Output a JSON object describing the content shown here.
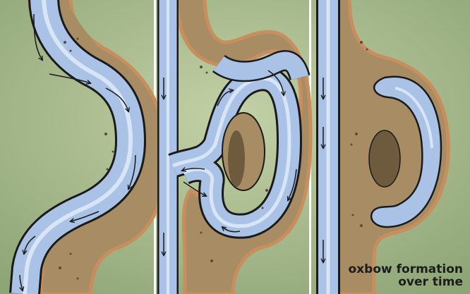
{
  "caption": {
    "line1": "oxbow formation",
    "line2": "over time"
  },
  "palette": {
    "ground": "#a7b98a",
    "sand": "#a88c64",
    "bank": "#c98e5e",
    "water": "#a9c2e6",
    "water_highlight": "#e4eefa",
    "outline": "#1a1a1a"
  },
  "panels": [
    {
      "stage": 1,
      "description_visible": false
    },
    {
      "stage": 2,
      "description_visible": false
    },
    {
      "stage": 3,
      "description_visible": false
    }
  ]
}
